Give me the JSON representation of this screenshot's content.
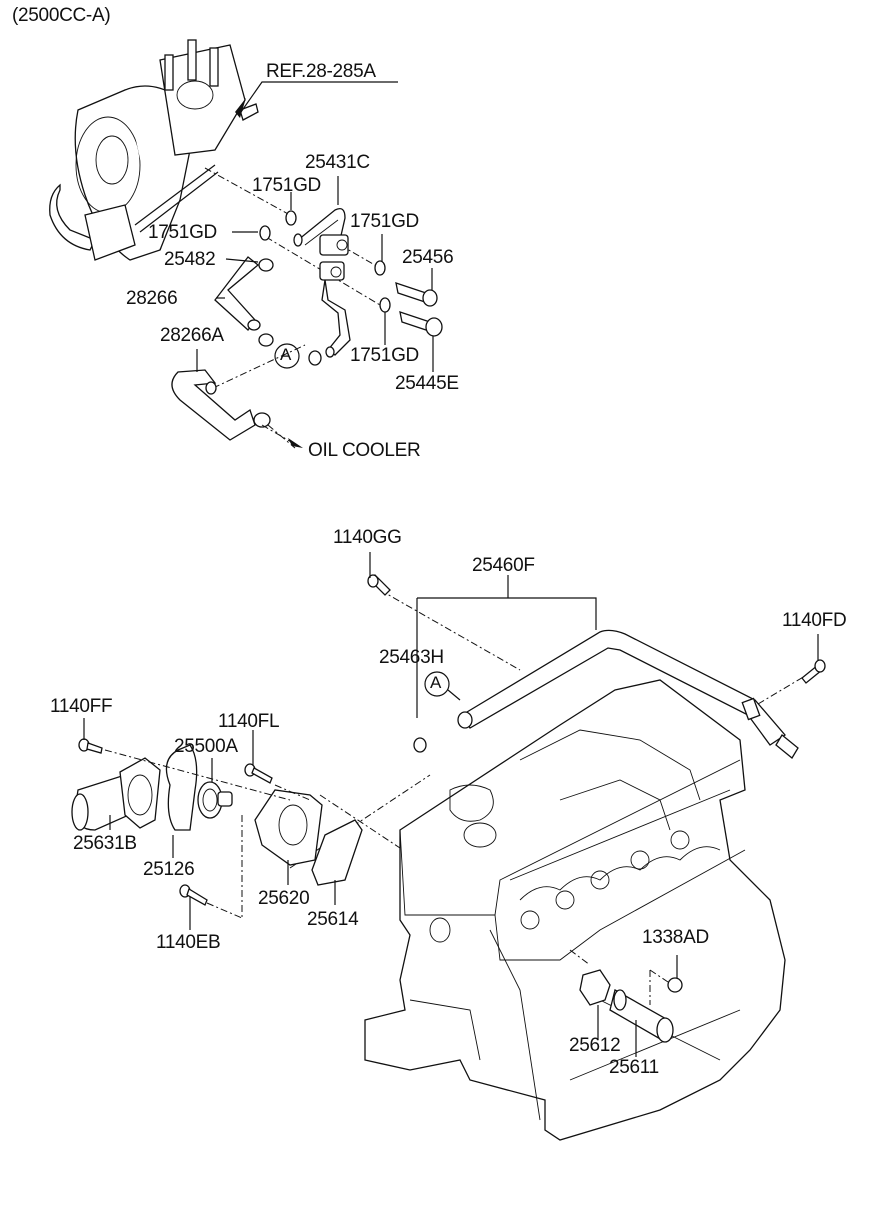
{
  "title": "(2500CC-A)",
  "upper_group": {
    "reference": "REF.28-285A",
    "labels": {
      "p25431C": "25431C",
      "p1751GD_a": "1751GD",
      "p1751GD_b": "1751GD",
      "p1751GD_c": "1751GD",
      "p1751GD_d": "1751GD",
      "p25482": "25482",
      "p25456": "25456",
      "p28266": "28266",
      "p28266A": "28266A",
      "p25445E": "25445E",
      "marker_a": "A",
      "oil_cooler": "OIL COOLER"
    }
  },
  "lower_group": {
    "labels": {
      "p1140GG": "1140GG",
      "p25460F": "25460F",
      "p1140FD": "1140FD",
      "p25463H": "25463H",
      "marker_a": "A",
      "p1140FF": "1140FF",
      "p1140FL": "1140FL",
      "p25500A": "25500A",
      "p25631B": "25631B",
      "p25126": "25126",
      "p25620": "25620",
      "p25614": "25614",
      "p1140EB": "1140EB",
      "p1338AD": "1338AD",
      "p25612": "25612",
      "p25611": "25611"
    }
  }
}
